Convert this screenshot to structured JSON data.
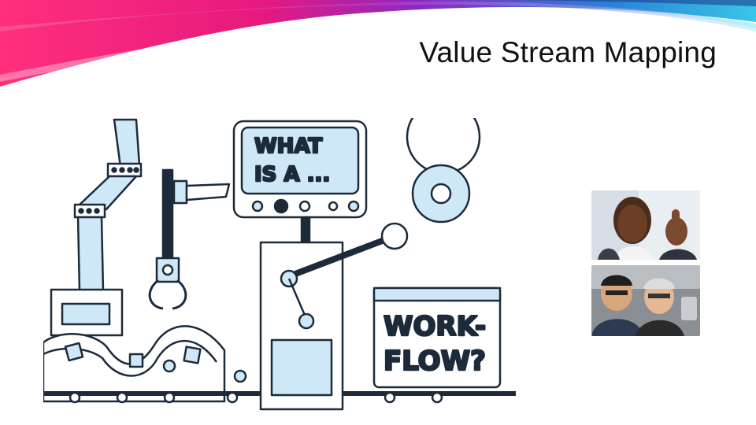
{
  "slide": {
    "title": "Value Stream Mapping"
  },
  "illustration": {
    "monitor_text_line1": "WHAT",
    "monitor_text_line2": "IS A ...",
    "box_text_line1": "WORK-",
    "box_text_line2": "FLOW?",
    "icon": "workflow-machine-illustration"
  },
  "photos": [
    {
      "icon": "woman-thumbs-up-photo"
    },
    {
      "icon": "two-men-selfie-photo"
    }
  ],
  "colors": {
    "banner_pink": "#e6197f",
    "banner_purple": "#7b2fbf",
    "banner_blue": "#2a7fd6",
    "banner_cyan": "#38c6e8",
    "sketch_blue": "#cfe8f8",
    "sketch_line": "#1c2a3a"
  }
}
